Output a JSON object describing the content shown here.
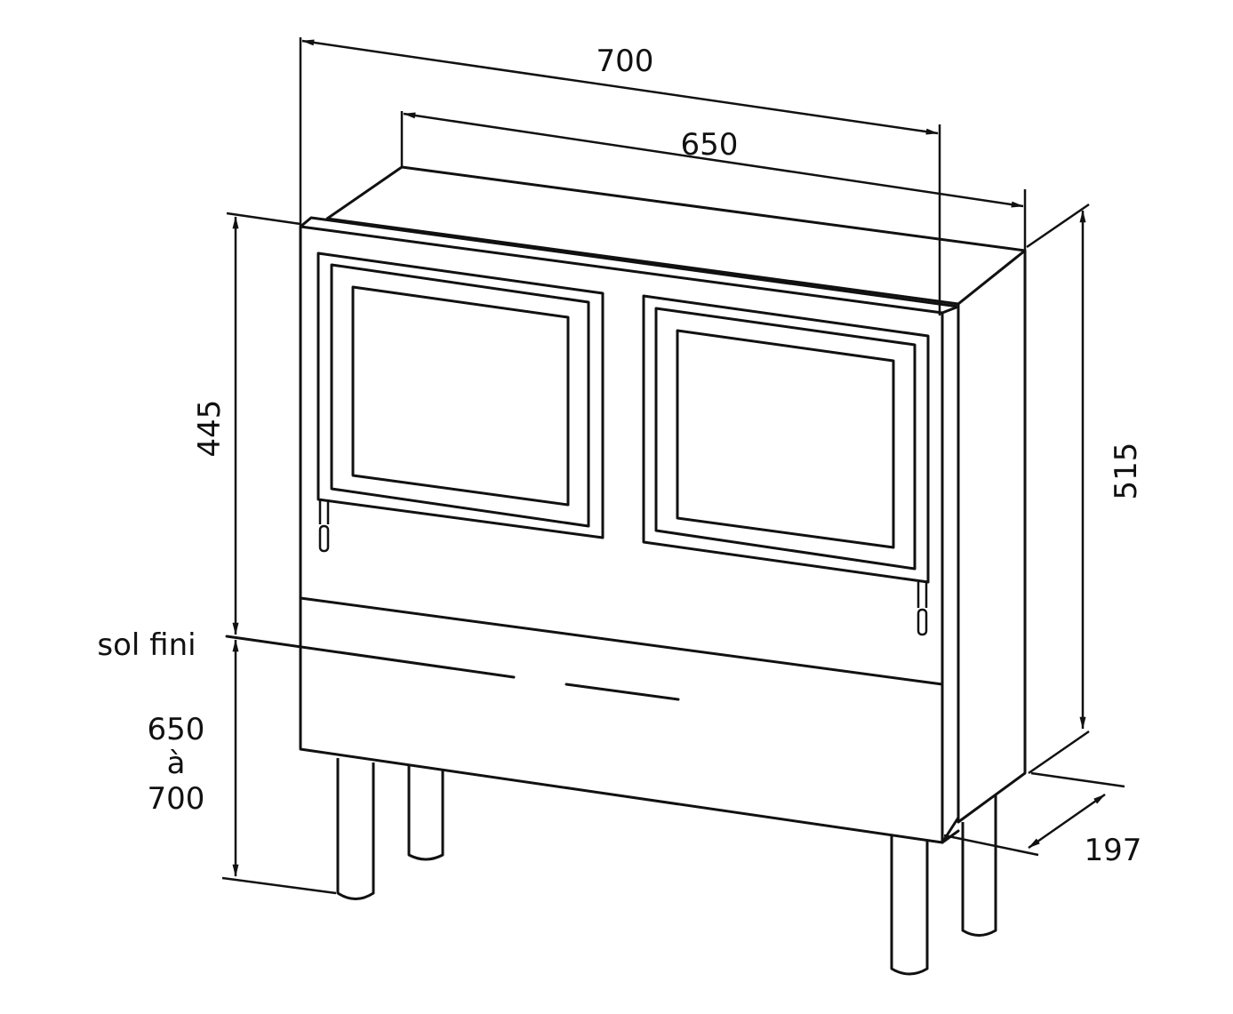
{
  "title": "Cabinet dimension drawing",
  "dimensions": {
    "overall_width": "700",
    "inner_width": "650",
    "cabinet_height": "445",
    "total_height": "515",
    "depth": "197",
    "floor_label": "sol fini",
    "floor_height_line1": "650",
    "floor_height_line2": "à",
    "floor_height_line3": "700"
  },
  "colors": {
    "stroke": "#111111",
    "background": "#ffffff"
  }
}
